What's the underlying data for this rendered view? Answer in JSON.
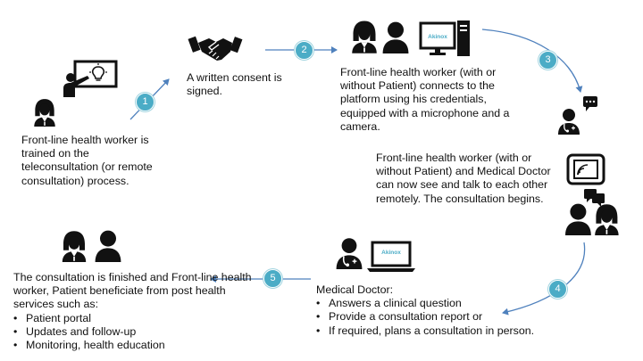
{
  "colors": {
    "arrow": "#4f81bd",
    "badge": "#4bacc6",
    "icon": "#111111",
    "screen_text": "#4bacc6"
  },
  "steps": [
    {
      "number": "1",
      "text": "Front-line health worker is trained on the teleconsultation (or remote consultation) process.",
      "icons": [
        "teacher-presentation-icon",
        "female-health-worker-icon"
      ]
    },
    {
      "number": "2",
      "text": "A written consent is signed.",
      "icons": [
        "handshake-icon"
      ]
    },
    {
      "number": "3",
      "text": "Front-line health worker (with or without Patient) connects to the platform using his credentials, equipped with a microphone and a camera.",
      "icons": [
        "female-health-worker-icon",
        "patient-icon",
        "desktop-computer-icon"
      ]
    },
    {
      "text": "Front-line health worker (with or without Patient) and Medical Doctor can now see and talk to each other remotely. The consultation begins.",
      "icons": [
        "doctor-chat-icon",
        "video-call-icon",
        "people-chat-icon"
      ]
    },
    {
      "number": "4",
      "title": "Medical Doctor:",
      "bullets": [
        "Answers a clinical question",
        "Provide a consultation report or",
        "If required, plans a consultation in person."
      ],
      "icons": [
        "doctor-icon",
        "laptop-icon"
      ]
    },
    {
      "number": "5",
      "intro": "The consultation is finished and Front-line health worker, Patient beneficiate from post health services such as:",
      "bullets": [
        "Patient portal",
        "Updates and follow-up",
        "Monitoring, health education"
      ],
      "icons": [
        "female-health-worker-icon",
        "patient-icon"
      ]
    }
  ],
  "screen_labels": {
    "desktop": "Akinox",
    "laptop": "Akinox"
  }
}
